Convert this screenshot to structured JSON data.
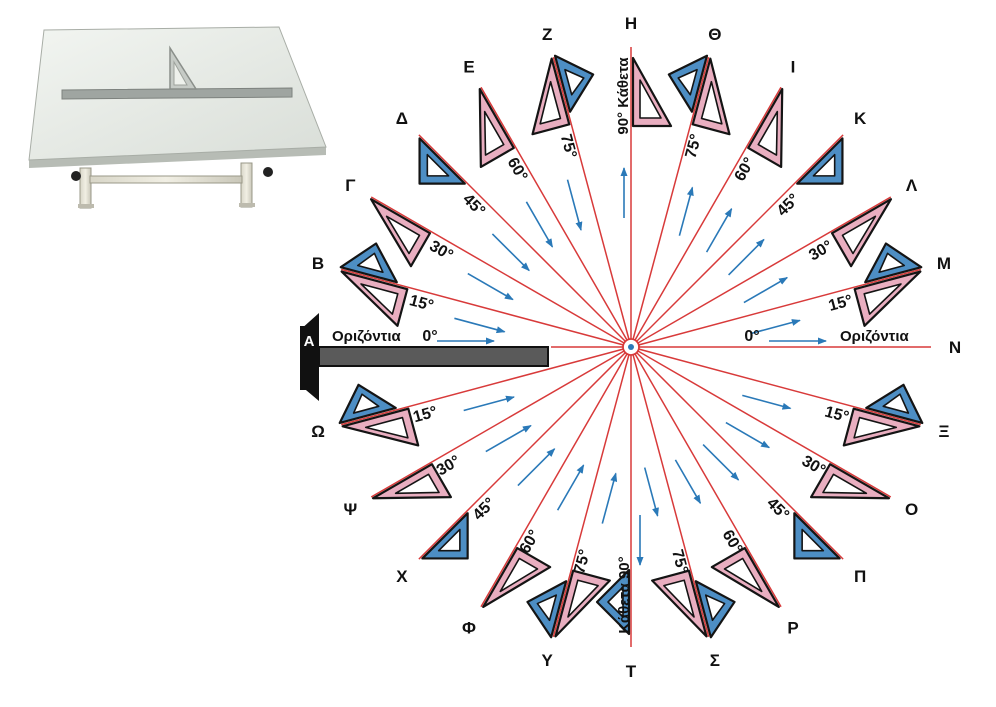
{
  "colors": {
    "ray": "#d83a3a",
    "arrow": "#2a79b8",
    "triangle_pink": "#e9aec0",
    "triangle_blue": "#4d8ec4",
    "ruler": "#5a5a5a"
  },
  "horizontal_left": "Οριζόντια",
  "horizontal_right": "Οριζόντια",
  "vertical_top": "90° Κάθετα",
  "vertical_bottom": "Κάθετα 90°",
  "directions": [
    {
      "letter": "Α",
      "angle": 180
    },
    {
      "letter": "Β",
      "angle": 165
    },
    {
      "letter": "Γ",
      "angle": 150
    },
    {
      "letter": "Δ",
      "angle": 135
    },
    {
      "letter": "Ε",
      "angle": 120
    },
    {
      "letter": "Ζ",
      "angle": 105
    },
    {
      "letter": "Η",
      "angle": 90
    },
    {
      "letter": "Θ",
      "angle": 75
    },
    {
      "letter": "Ι",
      "angle": 60
    },
    {
      "letter": "Κ",
      "angle": 45
    },
    {
      "letter": "Λ",
      "angle": 30
    },
    {
      "letter": "Μ",
      "angle": 15
    },
    {
      "letter": "Ν",
      "angle": 0
    },
    {
      "letter": "Ξ",
      "angle": -15
    },
    {
      "letter": "Ο",
      "angle": -30
    },
    {
      "letter": "Π",
      "angle": -45
    },
    {
      "letter": "Ρ",
      "angle": -60
    },
    {
      "letter": "Σ",
      "angle": -75
    },
    {
      "letter": "Τ",
      "angle": -90
    },
    {
      "letter": "Υ",
      "angle": -105
    },
    {
      "letter": "Φ",
      "angle": -120
    },
    {
      "letter": "Χ",
      "angle": -135
    },
    {
      "letter": "Ψ",
      "angle": -150
    },
    {
      "letter": "Ω",
      "angle": -165
    }
  ],
  "angle_labels": [
    {
      "text": "0°",
      "angle": 180
    },
    {
      "text": "15°",
      "angle": 165
    },
    {
      "text": "30°",
      "angle": 150
    },
    {
      "text": "45°",
      "angle": 135
    },
    {
      "text": "60°",
      "angle": 120
    },
    {
      "text": "75°",
      "angle": 105
    },
    {
      "text": "75°",
      "angle": 75
    },
    {
      "text": "60°",
      "angle": 60
    },
    {
      "text": "45°",
      "angle": 45
    },
    {
      "text": "30°",
      "angle": 30
    },
    {
      "text": "15°",
      "angle": 15
    },
    {
      "text": "0°",
      "angle": 0
    },
    {
      "text": "15°",
      "angle": -15
    },
    {
      "text": "30°",
      "angle": -30
    },
    {
      "text": "45°",
      "angle": -45
    },
    {
      "text": "60°",
      "angle": -60
    },
    {
      "text": "75°",
      "angle": -75
    },
    {
      "text": "75°",
      "angle": -105
    },
    {
      "text": "60°",
      "angle": -120
    },
    {
      "text": "45°",
      "angle": -135
    },
    {
      "text": "30°",
      "angle": -150
    },
    {
      "text": "15°",
      "angle": -165
    }
  ],
  "triangles": [
    {
      "angle": 165,
      "kind": "both"
    },
    {
      "angle": 150,
      "kind": "pink"
    },
    {
      "angle": 135,
      "kind": "blue"
    },
    {
      "angle": 120,
      "kind": "pink"
    },
    {
      "angle": 105,
      "kind": "both"
    },
    {
      "angle": 90,
      "kind": "pink"
    },
    {
      "angle": 75,
      "kind": "both"
    },
    {
      "angle": 60,
      "kind": "pink"
    },
    {
      "angle": 45,
      "kind": "blue"
    },
    {
      "angle": 30,
      "kind": "pink"
    },
    {
      "angle": 15,
      "kind": "both"
    },
    {
      "angle": -15,
      "kind": "both"
    },
    {
      "angle": -30,
      "kind": "pink"
    },
    {
      "angle": -45,
      "kind": "blue"
    },
    {
      "angle": -60,
      "kind": "pink"
    },
    {
      "angle": -75,
      "kind": "both"
    },
    {
      "angle": -90,
      "kind": "blue"
    },
    {
      "angle": -105,
      "kind": "both"
    },
    {
      "angle": -120,
      "kind": "pink"
    },
    {
      "angle": -135,
      "kind": "blue"
    },
    {
      "angle": -150,
      "kind": "pink"
    },
    {
      "angle": -165,
      "kind": "both"
    }
  ]
}
